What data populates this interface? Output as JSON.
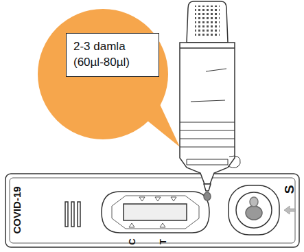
{
  "diagram": {
    "nodes": [
      {
        "text": [
          "2-3 damla (60µl-80µl)"
        ]
      }
    ],
    "labels": [
      "COVID-19",
      "C",
      "T",
      "S"
    ]
  }
}
